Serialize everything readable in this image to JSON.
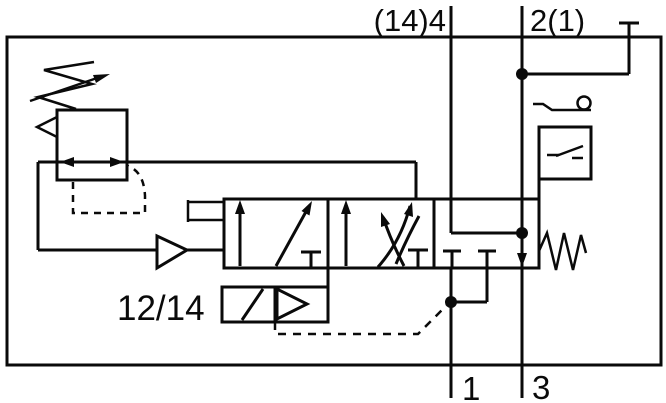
{
  "diagram": {
    "type": "pneumatic-circuit-schematic",
    "description": "Soft-start / quick-exhaust valve circuit symbol with pressure regulator, pilot amplifier, solenoid pilot valve, 3-position main valve, return spring and pressure switch",
    "labels": {
      "port_top_pilot": "(14)4",
      "port_top_output": "2(1)",
      "pilot_control": "12/14",
      "port_supply": "1",
      "port_exhaust": "3"
    },
    "colors": {
      "line": "#0a0a0a",
      "background": "#ffffff"
    }
  }
}
